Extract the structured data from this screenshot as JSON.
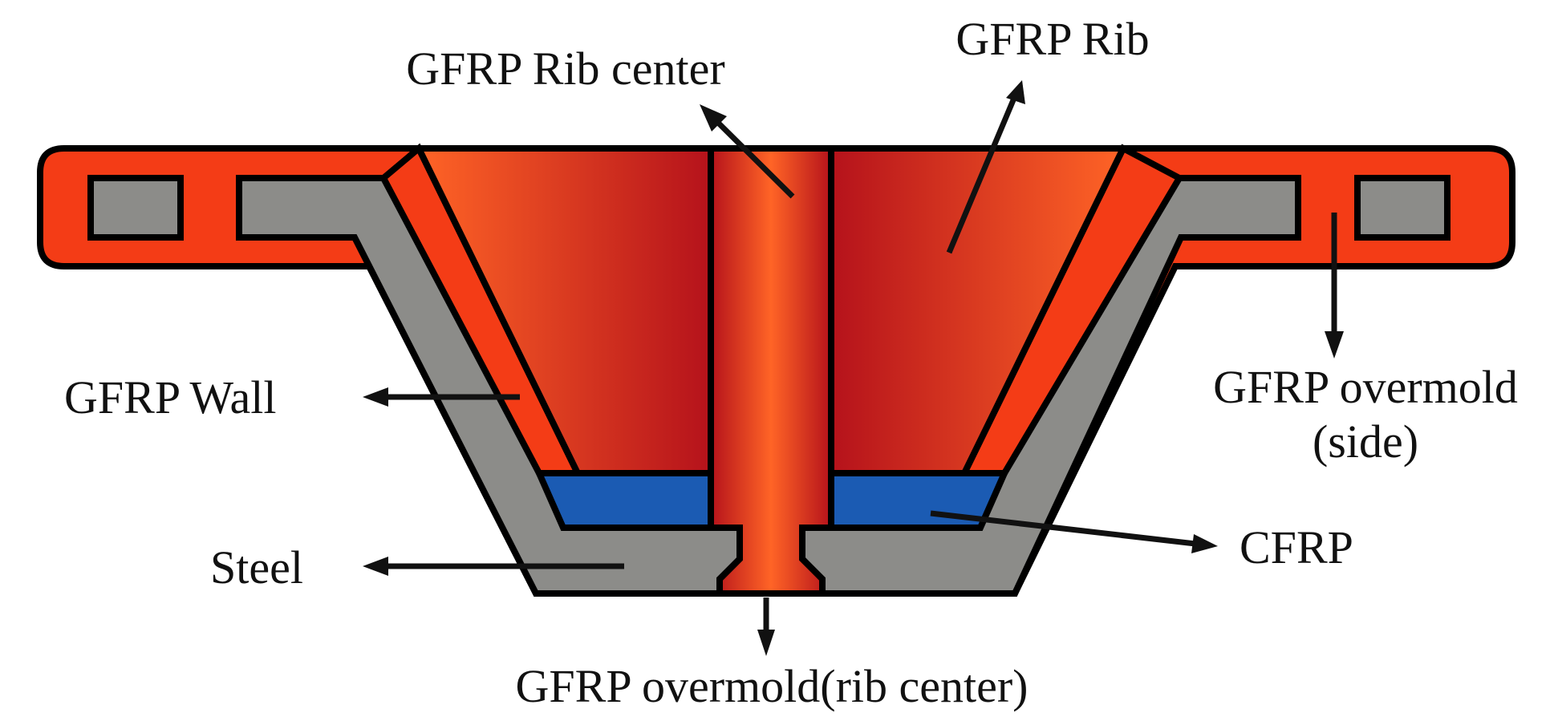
{
  "figure": {
    "type": "cross-section schematic",
    "colors": {
      "gfrp_overmold": "#F43C16",
      "gfrp_rib_dark": "#B5121B",
      "gfrp_rib_light": "#FF6426",
      "steel": "#8C8C89",
      "cfrp": "#1B5BB3",
      "outline": "#000000"
    },
    "labels": {
      "rib_center": "GFRP Rib center",
      "rib": "GFRP Rib",
      "wall": "GFRP Wall",
      "overmold_side_line1": "GFRP overmold",
      "overmold_side_line2": "(side)",
      "cfrp": "CFRP",
      "steel": "Steel",
      "overmold_rib_center": "GFRP overmold(rib center)"
    }
  }
}
